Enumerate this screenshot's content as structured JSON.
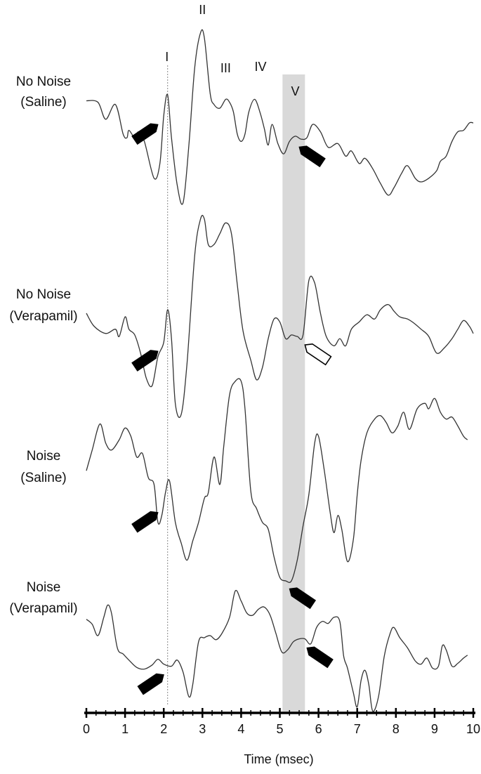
{
  "chart_data": {
    "type": "line",
    "xlabel": "Time (msec)",
    "xlim": [
      0,
      10
    ],
    "xticks": [
      "0",
      "1",
      "2",
      "3",
      "4",
      "5",
      "6",
      "7",
      "8",
      "9",
      "10"
    ],
    "wave_labels": [
      {
        "label": "I",
        "x": 2.1
      },
      {
        "label": "II",
        "x": 3.0
      },
      {
        "label": "III",
        "x": 3.6
      },
      {
        "label": "IV",
        "x": 4.5
      },
      {
        "label": "V",
        "x": 5.4
      }
    ],
    "wave_I_line_x": 2.1,
    "wave_V_band": [
      5.07,
      5.65
    ],
    "band_color": "#d9d9d9",
    "trace_color": "#333333",
    "series": [
      {
        "name": "No Noise\n(Saline)",
        "points": [
          [
            0,
            0.3
          ],
          [
            0.3,
            0.28
          ],
          [
            0.5,
            0.05
          ],
          [
            0.75,
            0.25
          ],
          [
            0.95,
            -0.15
          ],
          [
            1.05,
            -0.2
          ],
          [
            1.1,
            -0.1
          ],
          [
            1.25,
            -0.2
          ],
          [
            1.35,
            -0.12
          ],
          [
            1.5,
            -0.25
          ],
          [
            1.75,
            -0.75
          ],
          [
            1.9,
            -0.55
          ],
          [
            2.0,
            0.1
          ],
          [
            2.1,
            0.38
          ],
          [
            2.2,
            -0.2
          ],
          [
            2.35,
            -0.85
          ],
          [
            2.5,
            -1.08
          ],
          [
            2.65,
            -0.3
          ],
          [
            2.8,
            0.75
          ],
          [
            2.95,
            1.22
          ],
          [
            3.05,
            1.15
          ],
          [
            3.2,
            0.4
          ],
          [
            3.3,
            0.25
          ],
          [
            3.45,
            0.2
          ],
          [
            3.6,
            0.32
          ],
          [
            3.7,
            0.28
          ],
          [
            3.8,
            0.15
          ],
          [
            3.9,
            -0.15
          ],
          [
            4.0,
            -0.25
          ],
          [
            4.1,
            -0.15
          ],
          [
            4.2,
            0.15
          ],
          [
            4.35,
            0.32
          ],
          [
            4.5,
            0.12
          ],
          [
            4.6,
            -0.08
          ],
          [
            4.7,
            -0.3
          ],
          [
            4.8,
            -0.02
          ],
          [
            4.95,
            -0.28
          ],
          [
            5.1,
            -0.42
          ],
          [
            5.25,
            -0.25
          ],
          [
            5.4,
            -0.18
          ],
          [
            5.55,
            -0.22
          ],
          [
            5.7,
            -0.2
          ],
          [
            5.85,
            -0.02
          ],
          [
            6.05,
            -0.12
          ],
          [
            6.25,
            -0.33
          ],
          [
            6.5,
            -0.28
          ],
          [
            6.7,
            -0.45
          ],
          [
            6.85,
            -0.38
          ],
          [
            7.05,
            -0.55
          ],
          [
            7.2,
            -0.48
          ],
          [
            7.4,
            -0.62
          ],
          [
            7.6,
            -0.82
          ],
          [
            7.8,
            -0.98
          ],
          [
            7.95,
            -0.88
          ],
          [
            8.15,
            -0.68
          ],
          [
            8.3,
            -0.58
          ],
          [
            8.5,
            -0.75
          ],
          [
            8.65,
            -0.8
          ],
          [
            8.85,
            -0.75
          ],
          [
            9.05,
            -0.65
          ],
          [
            9.15,
            -0.52
          ],
          [
            9.3,
            -0.45
          ],
          [
            9.45,
            -0.25
          ],
          [
            9.6,
            -0.12
          ],
          [
            9.75,
            -0.1
          ],
          [
            9.9,
            0.0
          ],
          [
            10.0,
            0.0
          ]
        ]
      },
      {
        "name": "No Noise\n(Verapamil)",
        "points": [
          [
            0,
            0.0
          ],
          [
            0.2,
            -0.18
          ],
          [
            0.5,
            -0.28
          ],
          [
            0.75,
            -0.22
          ],
          [
            0.85,
            -0.32
          ],
          [
            1.0,
            -0.05
          ],
          [
            1.1,
            -0.22
          ],
          [
            1.25,
            -0.3
          ],
          [
            1.4,
            -0.55
          ],
          [
            1.55,
            -0.9
          ],
          [
            1.7,
            -1.0
          ],
          [
            1.85,
            -0.6
          ],
          [
            2.0,
            -0.4
          ],
          [
            2.1,
            0.05
          ],
          [
            2.2,
            -0.35
          ],
          [
            2.3,
            -1.25
          ],
          [
            2.45,
            -1.4
          ],
          [
            2.6,
            -0.7
          ],
          [
            2.8,
            0.8
          ],
          [
            2.95,
            1.3
          ],
          [
            3.05,
            1.3
          ],
          [
            3.15,
            0.95
          ],
          [
            3.3,
            0.95
          ],
          [
            3.45,
            1.1
          ],
          [
            3.6,
            1.25
          ],
          [
            3.75,
            1.1
          ],
          [
            3.9,
            0.4
          ],
          [
            4.05,
            -0.25
          ],
          [
            4.25,
            -0.65
          ],
          [
            4.4,
            -0.92
          ],
          [
            4.55,
            -0.75
          ],
          [
            4.7,
            -0.35
          ],
          [
            4.85,
            -0.08
          ],
          [
            5.0,
            -0.12
          ],
          [
            5.15,
            -0.35
          ],
          [
            5.3,
            -0.3
          ],
          [
            5.45,
            -0.32
          ],
          [
            5.6,
            -0.3
          ],
          [
            5.75,
            0.45
          ],
          [
            5.9,
            0.42
          ],
          [
            6.05,
            0.0
          ],
          [
            6.2,
            -0.32
          ],
          [
            6.4,
            -0.45
          ],
          [
            6.55,
            -0.35
          ],
          [
            6.7,
            -0.45
          ],
          [
            6.85,
            -0.22
          ],
          [
            7.05,
            -0.12
          ],
          [
            7.25,
            -0.02
          ],
          [
            7.45,
            -0.08
          ],
          [
            7.6,
            0.05
          ],
          [
            7.8,
            0.12
          ],
          [
            7.95,
            0.03
          ],
          [
            8.1,
            -0.05
          ],
          [
            8.3,
            -0.08
          ],
          [
            8.45,
            -0.13
          ],
          [
            8.65,
            -0.22
          ],
          [
            8.85,
            -0.32
          ],
          [
            9.05,
            -0.55
          ],
          [
            9.25,
            -0.48
          ],
          [
            9.45,
            -0.35
          ],
          [
            9.6,
            -0.22
          ],
          [
            9.75,
            -0.1
          ],
          [
            9.9,
            -0.18
          ],
          [
            10.0,
            -0.28
          ]
        ]
      },
      {
        "name": "Noise\n(Saline)",
        "points": [
          [
            0,
            0.1
          ],
          [
            0.15,
            0.4
          ],
          [
            0.35,
            0.78
          ],
          [
            0.5,
            0.5
          ],
          [
            0.65,
            0.4
          ],
          [
            0.85,
            0.55
          ],
          [
            1.0,
            0.72
          ],
          [
            1.15,
            0.6
          ],
          [
            1.3,
            0.3
          ],
          [
            1.45,
            0.35
          ],
          [
            1.6,
            0.0
          ],
          [
            1.75,
            -0.1
          ],
          [
            1.85,
            -0.65
          ],
          [
            1.95,
            -0.55
          ],
          [
            2.05,
            -0.2
          ],
          [
            2.15,
            -0.05
          ],
          [
            2.3,
            -0.65
          ],
          [
            2.45,
            -0.95
          ],
          [
            2.6,
            -1.2
          ],
          [
            2.75,
            -0.92
          ],
          [
            2.9,
            -0.65
          ],
          [
            3.05,
            -0.3
          ],
          [
            3.15,
            -0.22
          ],
          [
            3.3,
            0.3
          ],
          [
            3.45,
            -0.1
          ],
          [
            3.55,
            0.45
          ],
          [
            3.7,
            1.2
          ],
          [
            3.85,
            1.4
          ],
          [
            4.0,
            1.4
          ],
          [
            4.1,
            1.0
          ],
          [
            4.25,
            -0.2
          ],
          [
            4.4,
            -0.45
          ],
          [
            4.55,
            -0.65
          ],
          [
            4.7,
            -0.75
          ],
          [
            4.85,
            -1.15
          ],
          [
            5.0,
            -1.45
          ],
          [
            5.15,
            -1.5
          ],
          [
            5.3,
            -1.5
          ],
          [
            5.45,
            -1.2
          ],
          [
            5.6,
            -0.7
          ],
          [
            5.75,
            -0.25
          ],
          [
            5.9,
            0.5
          ],
          [
            6.0,
            0.6
          ],
          [
            6.15,
            0.1
          ],
          [
            6.3,
            -0.5
          ],
          [
            6.4,
            -0.8
          ],
          [
            6.5,
            -0.55
          ],
          [
            6.6,
            -0.75
          ],
          [
            6.75,
            -1.22
          ],
          [
            6.9,
            -0.9
          ],
          [
            7.0,
            -0.25
          ],
          [
            7.1,
            0.25
          ],
          [
            7.25,
            0.65
          ],
          [
            7.45,
            0.85
          ],
          [
            7.6,
            0.9
          ],
          [
            7.75,
            0.8
          ],
          [
            7.9,
            0.65
          ],
          [
            8.05,
            0.75
          ],
          [
            8.2,
            0.95
          ],
          [
            8.35,
            0.7
          ],
          [
            8.55,
            1.0
          ],
          [
            8.75,
            1.08
          ],
          [
            8.85,
            1.0
          ],
          [
            9.0,
            1.15
          ],
          [
            9.15,
            0.95
          ],
          [
            9.3,
            0.85
          ],
          [
            9.45,
            0.88
          ],
          [
            9.6,
            0.75
          ],
          [
            9.75,
            0.6
          ],
          [
            9.85,
            0.55
          ]
        ]
      },
      {
        "name": "Noise\n(Verapamil)",
        "points": [
          [
            0,
            0.4
          ],
          [
            0.15,
            0.28
          ],
          [
            0.3,
            0.0
          ],
          [
            0.45,
            0.45
          ],
          [
            0.55,
            0.75
          ],
          [
            0.65,
            0.55
          ],
          [
            0.8,
            -0.3
          ],
          [
            0.95,
            -0.45
          ],
          [
            1.1,
            -0.6
          ],
          [
            1.3,
            -0.78
          ],
          [
            1.5,
            -0.82
          ],
          [
            1.7,
            -0.72
          ],
          [
            1.85,
            -0.58
          ],
          [
            2.0,
            -0.7
          ],
          [
            2.2,
            -0.75
          ],
          [
            2.35,
            -0.6
          ],
          [
            2.5,
            -0.9
          ],
          [
            2.65,
            -1.5
          ],
          [
            2.75,
            -1.2
          ],
          [
            2.9,
            -0.15
          ],
          [
            3.05,
            -0.05
          ],
          [
            3.2,
            0.0
          ],
          [
            3.35,
            -0.1
          ],
          [
            3.5,
            0.05
          ],
          [
            3.7,
            0.45
          ],
          [
            3.85,
            1.1
          ],
          [
            4.0,
            0.85
          ],
          [
            4.15,
            0.55
          ],
          [
            4.3,
            0.5
          ],
          [
            4.45,
            0.65
          ],
          [
            4.6,
            0.7
          ],
          [
            4.75,
            0.5
          ],
          [
            4.9,
            0.05
          ],
          [
            5.05,
            -0.4
          ],
          [
            5.2,
            -0.35
          ],
          [
            5.35,
            -0.15
          ],
          [
            5.5,
            -0.08
          ],
          [
            5.65,
            -0.08
          ],
          [
            5.8,
            -0.2
          ],
          [
            5.95,
            0.2
          ],
          [
            6.1,
            0.35
          ],
          [
            6.25,
            0.3
          ],
          [
            6.4,
            0.45
          ],
          [
            6.55,
            0.35
          ],
          [
            6.65,
            -0.5
          ],
          [
            6.75,
            -0.8
          ],
          [
            6.9,
            -1.4
          ],
          [
            7.0,
            -1.75
          ],
          [
            7.1,
            -1.1
          ],
          [
            7.2,
            -0.85
          ],
          [
            7.3,
            -1.2
          ],
          [
            7.4,
            -1.85
          ],
          [
            7.55,
            -1.5
          ],
          [
            7.7,
            -0.5
          ],
          [
            7.85,
            0.05
          ],
          [
            7.95,
            0.2
          ],
          [
            8.1,
            -0.05
          ],
          [
            8.3,
            -0.3
          ],
          [
            8.5,
            -0.62
          ],
          [
            8.65,
            -0.7
          ],
          [
            8.8,
            -0.55
          ],
          [
            8.95,
            -0.8
          ],
          [
            9.1,
            -0.75
          ],
          [
            9.2,
            -0.25
          ],
          [
            9.3,
            -0.35
          ],
          [
            9.45,
            -0.75
          ],
          [
            9.6,
            -0.68
          ],
          [
            9.75,
            -0.55
          ],
          [
            9.85,
            -0.48
          ]
        ]
      }
    ],
    "arrows": [
      {
        "series": 0,
        "x": 2.0,
        "direction": "from-lower-left",
        "style": "filled"
      },
      {
        "series": 0,
        "x": 5.35,
        "direction": "from-lower-right",
        "style": "filled"
      },
      {
        "series": 1,
        "x": 2.0,
        "direction": "from-lower-left",
        "style": "filled"
      },
      {
        "series": 1,
        "x": 5.5,
        "direction": "from-lower-right",
        "style": "open"
      },
      {
        "series": 2,
        "x": 2.0,
        "direction": "from-lower-left",
        "style": "filled"
      },
      {
        "series": 2,
        "x": 5.1,
        "direction": "from-lower-right",
        "style": "filled"
      },
      {
        "series": 3,
        "x": 2.15,
        "direction": "from-lower-left",
        "style": "filled"
      },
      {
        "series": 3,
        "x": 5.55,
        "direction": "from-lower-right",
        "style": "filled"
      }
    ]
  }
}
